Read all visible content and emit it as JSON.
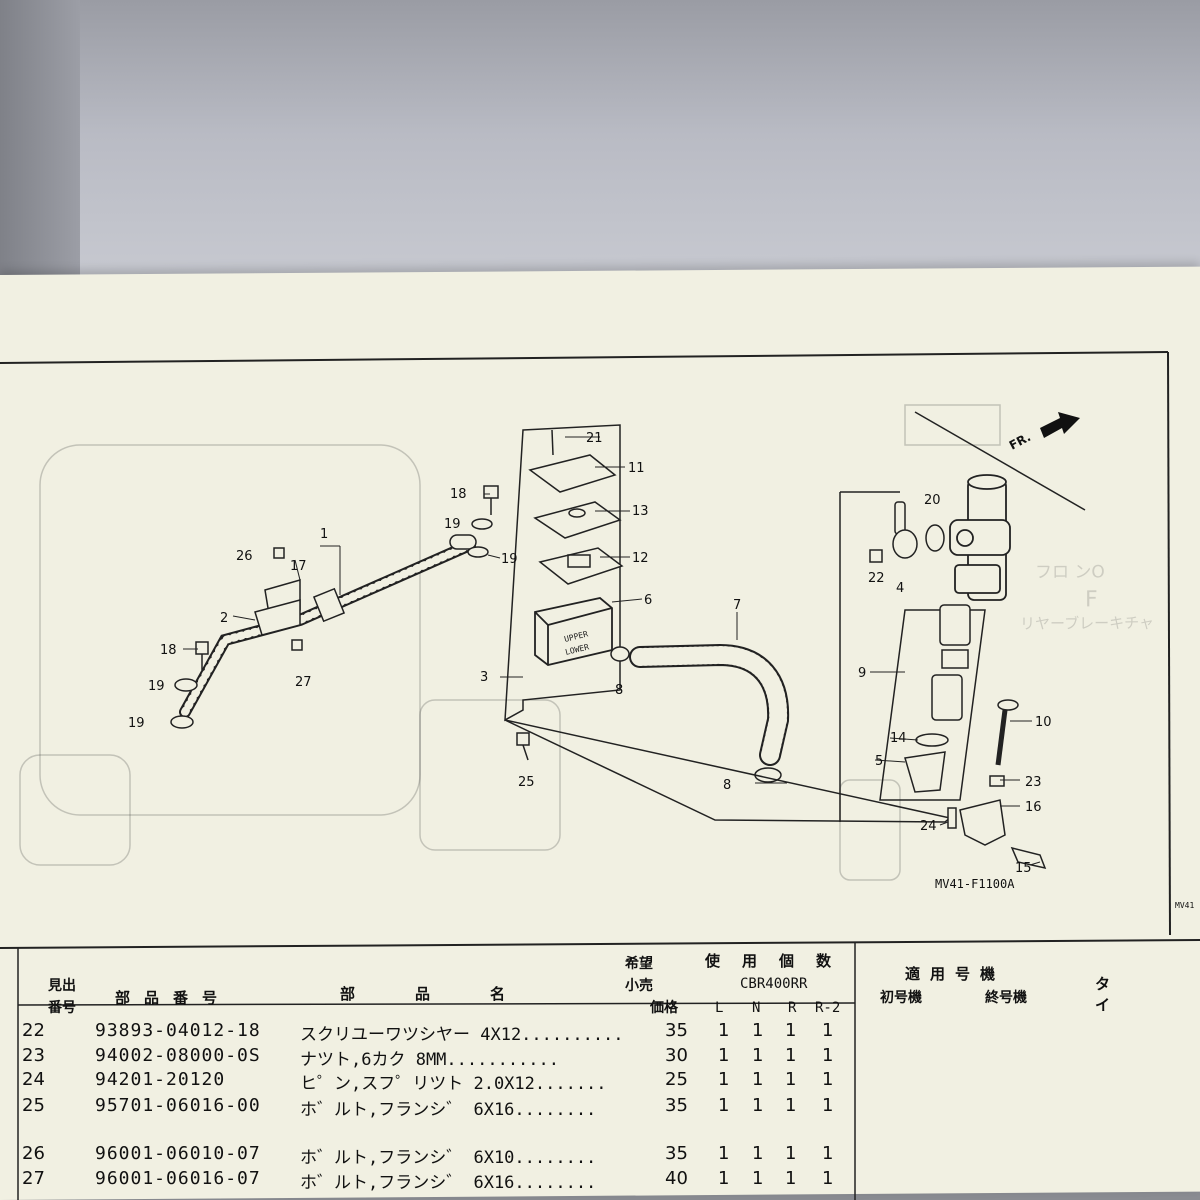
{
  "diagram": {
    "code": "MV41-F1100A",
    "code_edge": "MV41",
    "direction_label": "FR.",
    "reservoir_labels": [
      "UPPER",
      "LOWER"
    ],
    "callouts": [
      "1",
      "2",
      "3",
      "4",
      "5",
      "6",
      "7",
      "8",
      "9",
      "10",
      "11",
      "12",
      "13",
      "14",
      "15",
      "16",
      "17",
      "18",
      "19",
      "20",
      "21",
      "22",
      "23",
      "24",
      "25",
      "26",
      "27"
    ]
  },
  "table": {
    "headers": {
      "ref_no": [
        "見出",
        "番号"
      ],
      "part_no": "部品番号",
      "part_name": "部品名",
      "price": [
        "希望",
        "小売",
        "価格"
      ],
      "usage": "使用個数",
      "model": "CBR400RR",
      "variants": [
        "L",
        "N",
        "R",
        "R-2"
      ],
      "applicable": "適用号機",
      "first_serial": "初号機",
      "last_serial": "終号機",
      "type": "タイ"
    },
    "rows": [
      {
        "no": "22",
        "part": "93893-04012-18",
        "name": "スクリユーワツシヤー 4X12..........",
        "price": "35",
        "qty": [
          "1",
          "1",
          "1",
          "1"
        ]
      },
      {
        "no": "23",
        "part": "94002-08000-0S",
        "name": "ナツト,6カク 8MM...........",
        "price": "30",
        "qty": [
          "1",
          "1",
          "1",
          "1"
        ]
      },
      {
        "no": "24",
        "part": "94201-20120",
        "name": "ヒ゜ン,スフ゜リツト 2.0X12.......",
        "price": "25",
        "qty": [
          "1",
          "1",
          "1",
          "1"
        ]
      },
      {
        "no": "25",
        "part": "95701-06016-00",
        "name": "ホ゛ルト,フランシ゛ 6X16........",
        "price": "35",
        "qty": [
          "1",
          "1",
          "1",
          "1"
        ]
      },
      {
        "no": "26",
        "part": "96001-06010-07",
        "name": "ホ゛ルト,フランシ゛ 6X10........",
        "price": "35",
        "qty": [
          "1",
          "1",
          "1",
          "1"
        ]
      },
      {
        "no": "27",
        "part": "96001-06016-07",
        "name": "ホ゛ルト,フランシ゛ 6X16........",
        "price": "40",
        "qty": [
          "1",
          "1",
          "1",
          "1"
        ]
      }
    ]
  }
}
